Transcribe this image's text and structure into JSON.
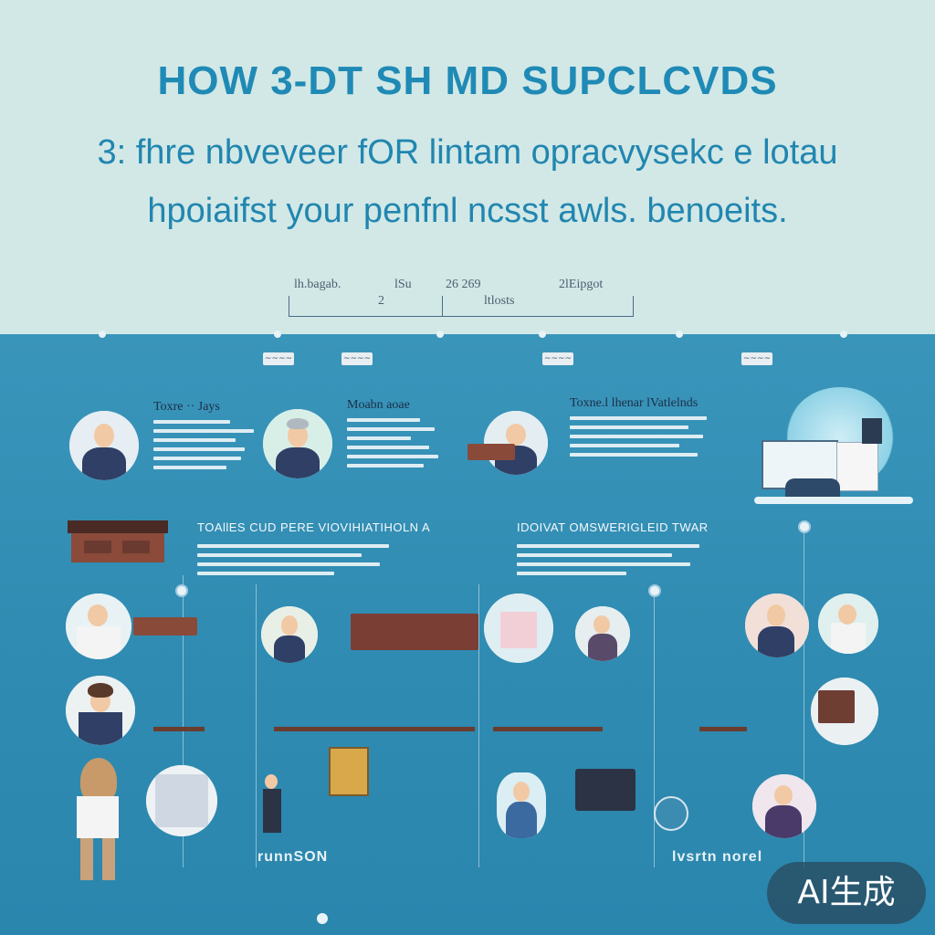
{
  "header": {
    "title": "HOW 3-DT SH MD SUPCLCVDS",
    "subtitle_line1": "3: fhre nbveveer fOR lintam opracvysekc e lotau",
    "subtitle_line2": "hpoiaifst your penfnl ncsst awls. benoeits."
  },
  "timeline": {
    "labels": [
      "lh.bagab.",
      "lSu",
      "26 269",
      "2lEipgot"
    ],
    "sublabels": [
      "2",
      "ltlosts"
    ]
  },
  "steps": {
    "tags": [
      "~~~~",
      "~~~~",
      "~~~~",
      "~~~~"
    ]
  },
  "cards": [
    {
      "heading": "Toxre ·· Jays"
    },
    {
      "heading": "Moabn aoae"
    },
    {
      "heading": "Toxne.l lhenar lVatlelnds"
    }
  ],
  "sections": {
    "left_heading": "TOAllES CUD PERE VIOVIHIATIHOLN A",
    "right_heading": "IDOIVAT OMSWERIGLEID TWAR"
  },
  "bottom_labels": {
    "left": "runnSON",
    "right": "lvsrtn norel"
  },
  "badge": {
    "label": "AI生成"
  },
  "colors": {
    "top_bg": "#d2e8e6",
    "bottom_bg": "#2f8db3",
    "title": "#1f8ab5"
  }
}
